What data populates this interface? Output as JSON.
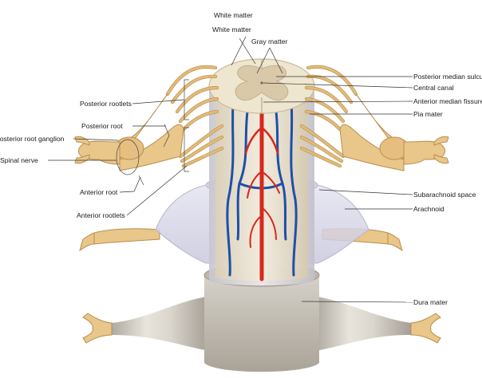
{
  "diagram": {
    "labels": {
      "white_matter_1": "White matter",
      "white_matter_2": "White matter",
      "gray_matter": "Gray matter",
      "posterior_median_sulcus": "Posterior median sulcus",
      "central_canal": "Central canal",
      "anterior_median_fissure": "Anterior median fissure",
      "pia_mater": "Pia mater",
      "posterior_rootlets": "Posterior rootlets",
      "posterior_root": "Posterior root",
      "posterior_root_ganglion": "Posterior root ganglion",
      "spinal_nerve": "Spinal nerve",
      "anterior_root": "Anterior root",
      "anterior_rootlets": "Anterior rootlets",
      "subarachnoid_space": "Subarachnoid space",
      "arachnoid": "Arachnoid",
      "dura_mater": "Dura mater"
    },
    "colors": {
      "nerve": "#e9c68a",
      "white_matter": "#efe6cf",
      "gray_matter": "#d9c9a8",
      "artery": "#d8281c",
      "vein": "#1f4fa8",
      "arachnoid": "#d7d6ea",
      "dura": "#c9c4b9"
    }
  }
}
